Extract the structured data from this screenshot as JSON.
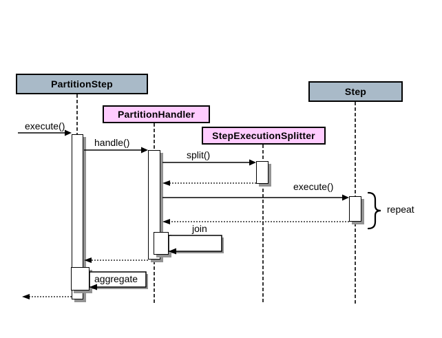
{
  "diagram": {
    "type": "uml-sequence",
    "background": "#ffffff",
    "actors": [
      {
        "label": "PartitionStep",
        "fill": "#a9bac8"
      },
      {
        "label": "PartitionHandler",
        "fill": "#ffccff"
      },
      {
        "label": "StepExecutionSplitter",
        "fill": "#ffccff"
      },
      {
        "label": "Step",
        "fill": "#a9bac8"
      }
    ],
    "messages": [
      {
        "label": "execute()",
        "from": "",
        "to": "PartitionStep",
        "kind": "sync"
      },
      {
        "label": "handle()",
        "from": "PartitionStep",
        "to": "PartitionHandler",
        "kind": "sync"
      },
      {
        "label": "split()",
        "from": "PartitionHandler",
        "to": "StepExecutionSplitter",
        "kind": "sync"
      },
      {
        "label": "execute()",
        "from": "PartitionHandler",
        "to": "Step",
        "kind": "sync"
      },
      {
        "label": "join",
        "from": "PartitionHandler",
        "to": "PartitionHandler",
        "kind": "self"
      },
      {
        "label": "aggregate",
        "from": "PartitionStep",
        "to": "PartitionStep",
        "kind": "self"
      }
    ],
    "annotations": [
      {
        "label": "repeat",
        "bracket": "curly-brace-right"
      }
    ],
    "colors": {
      "actor_blue": "#a9bac8",
      "actor_pink": "#ffccff",
      "line": "#000000",
      "activation_fill": "#ffffff",
      "shadow": "#939393",
      "background": "#ffffff"
    }
  }
}
